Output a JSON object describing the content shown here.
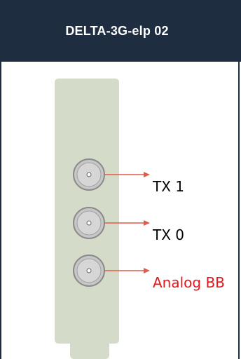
{
  "header": {
    "title": "DELTA-3G-elp 02"
  },
  "ports": [
    {
      "label": "TX 1",
      "color": "#000000"
    },
    {
      "label": "TX 0",
      "color": "#000000"
    },
    {
      "label": "Analog BB",
      "color": "#e8161b"
    }
  ],
  "colors": {
    "header_bg": "#1e2d40",
    "bracket_fill": "#d4dbc9",
    "arrow": "#e25a4a",
    "connector_ring": "#8a8a8a",
    "connector_face": "#c7c7c7"
  }
}
